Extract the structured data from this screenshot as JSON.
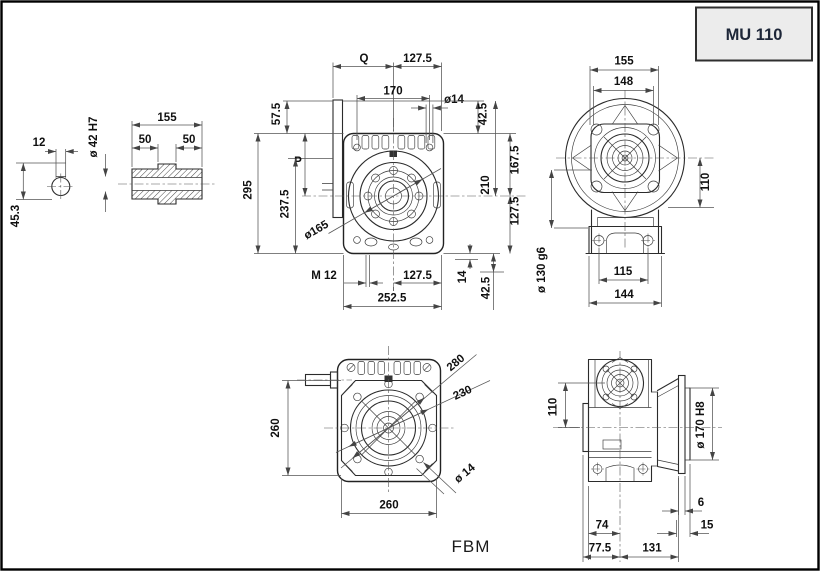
{
  "title_box": {
    "label": "MU 110"
  },
  "shaft_section_view": {
    "keyway_width": "12",
    "keyway_depth": "45.3"
  },
  "hollow_shaft_view": {
    "overall_length": "155",
    "bore_depth_left": "50",
    "bore_depth_right": "50",
    "bore_diameter": "ø 42 H7"
  },
  "front_view": {
    "q_dim": "Q",
    "top_half_width": "127.5",
    "top_hole_spacing": "170",
    "top_hole_diameter": "ø14",
    "flange_top_offset": "57.5",
    "p_dim": "P",
    "body_height": "295",
    "left_height": "237.5",
    "bolt_circle_diameter": "ø165",
    "foot_thread": "M 12",
    "bottom_half_width": "127.5",
    "bottom_overall_width": "252.5",
    "right_top_offset": "42.5",
    "upper_center_height": "167.5",
    "overall_center_height": "210",
    "lower_center_height": "127.5",
    "foot_offset": "14",
    "foot_height": "42.5"
  },
  "flange_view": {
    "outer_width": "155",
    "inner_width": "148",
    "center_height": "110",
    "spigot_diameter": "ø 130 g6",
    "foot_hole_spacing": "115",
    "foot_width": "144"
  },
  "fbm_view": {
    "flange_height": "260",
    "corner_diagonal": "280",
    "bolt_circle_diameter": "230",
    "bolt_hole_diameter": "ø 14",
    "flange_width": "260",
    "variant_label": "FBM"
  },
  "side_view": {
    "center_distance": "110",
    "flange_spigot_diameter": "ø 170 H8",
    "flange_plate_thickness": "6",
    "spigot_depth": "15",
    "foot_to_axis": "74",
    "boss_to_axis": "77.5",
    "axis_to_flange": "131"
  }
}
